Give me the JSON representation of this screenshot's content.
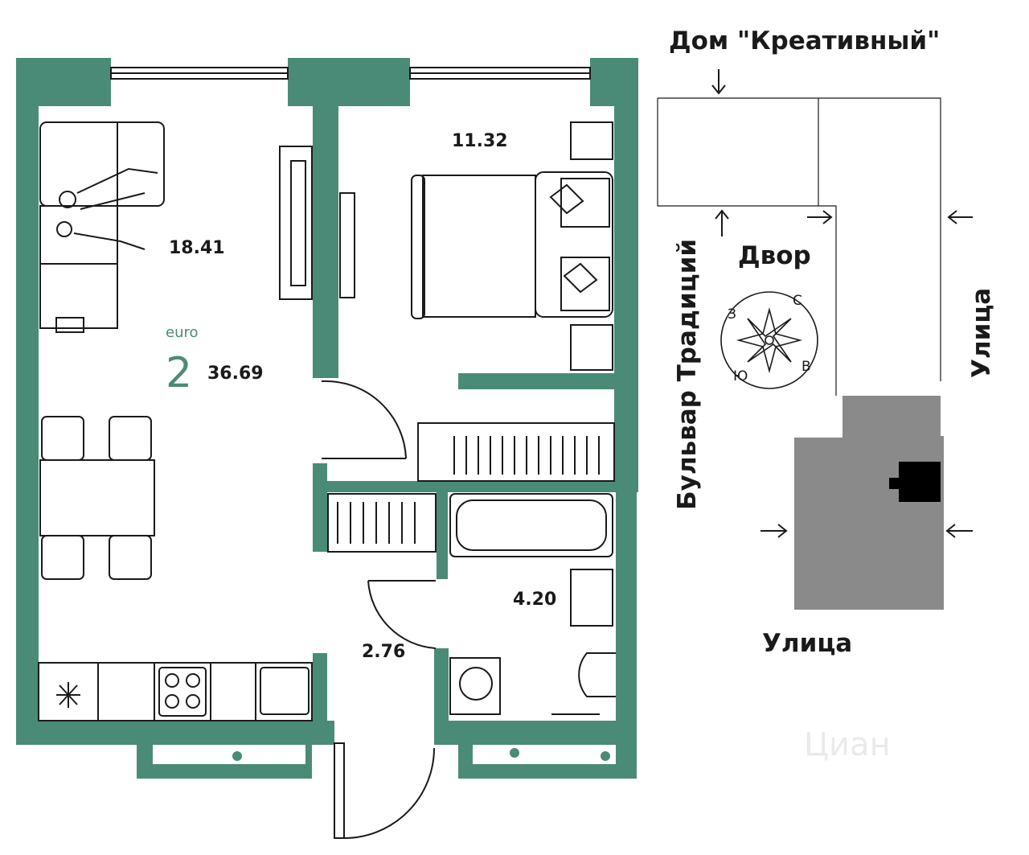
{
  "plan": {
    "wall_color": "#4a8b77",
    "rooms": {
      "living_area": "18.41",
      "bedroom_area": "11.32",
      "bathroom_area": "4.20",
      "hall_area": "2.76"
    },
    "type_label": "euro",
    "room_count": "2",
    "total_area": "36.69"
  },
  "site": {
    "building_name": "Дом \"Креативный\"",
    "courtyard": "Двор",
    "boulevard": "Бульвар Традиций",
    "street_right": "Улица",
    "street_bottom": "Улица",
    "compass": {
      "north": "С",
      "east": "В",
      "south": "Ю",
      "west": "З"
    },
    "building_fill": "#8a8a8a"
  },
  "watermark": "Циан"
}
